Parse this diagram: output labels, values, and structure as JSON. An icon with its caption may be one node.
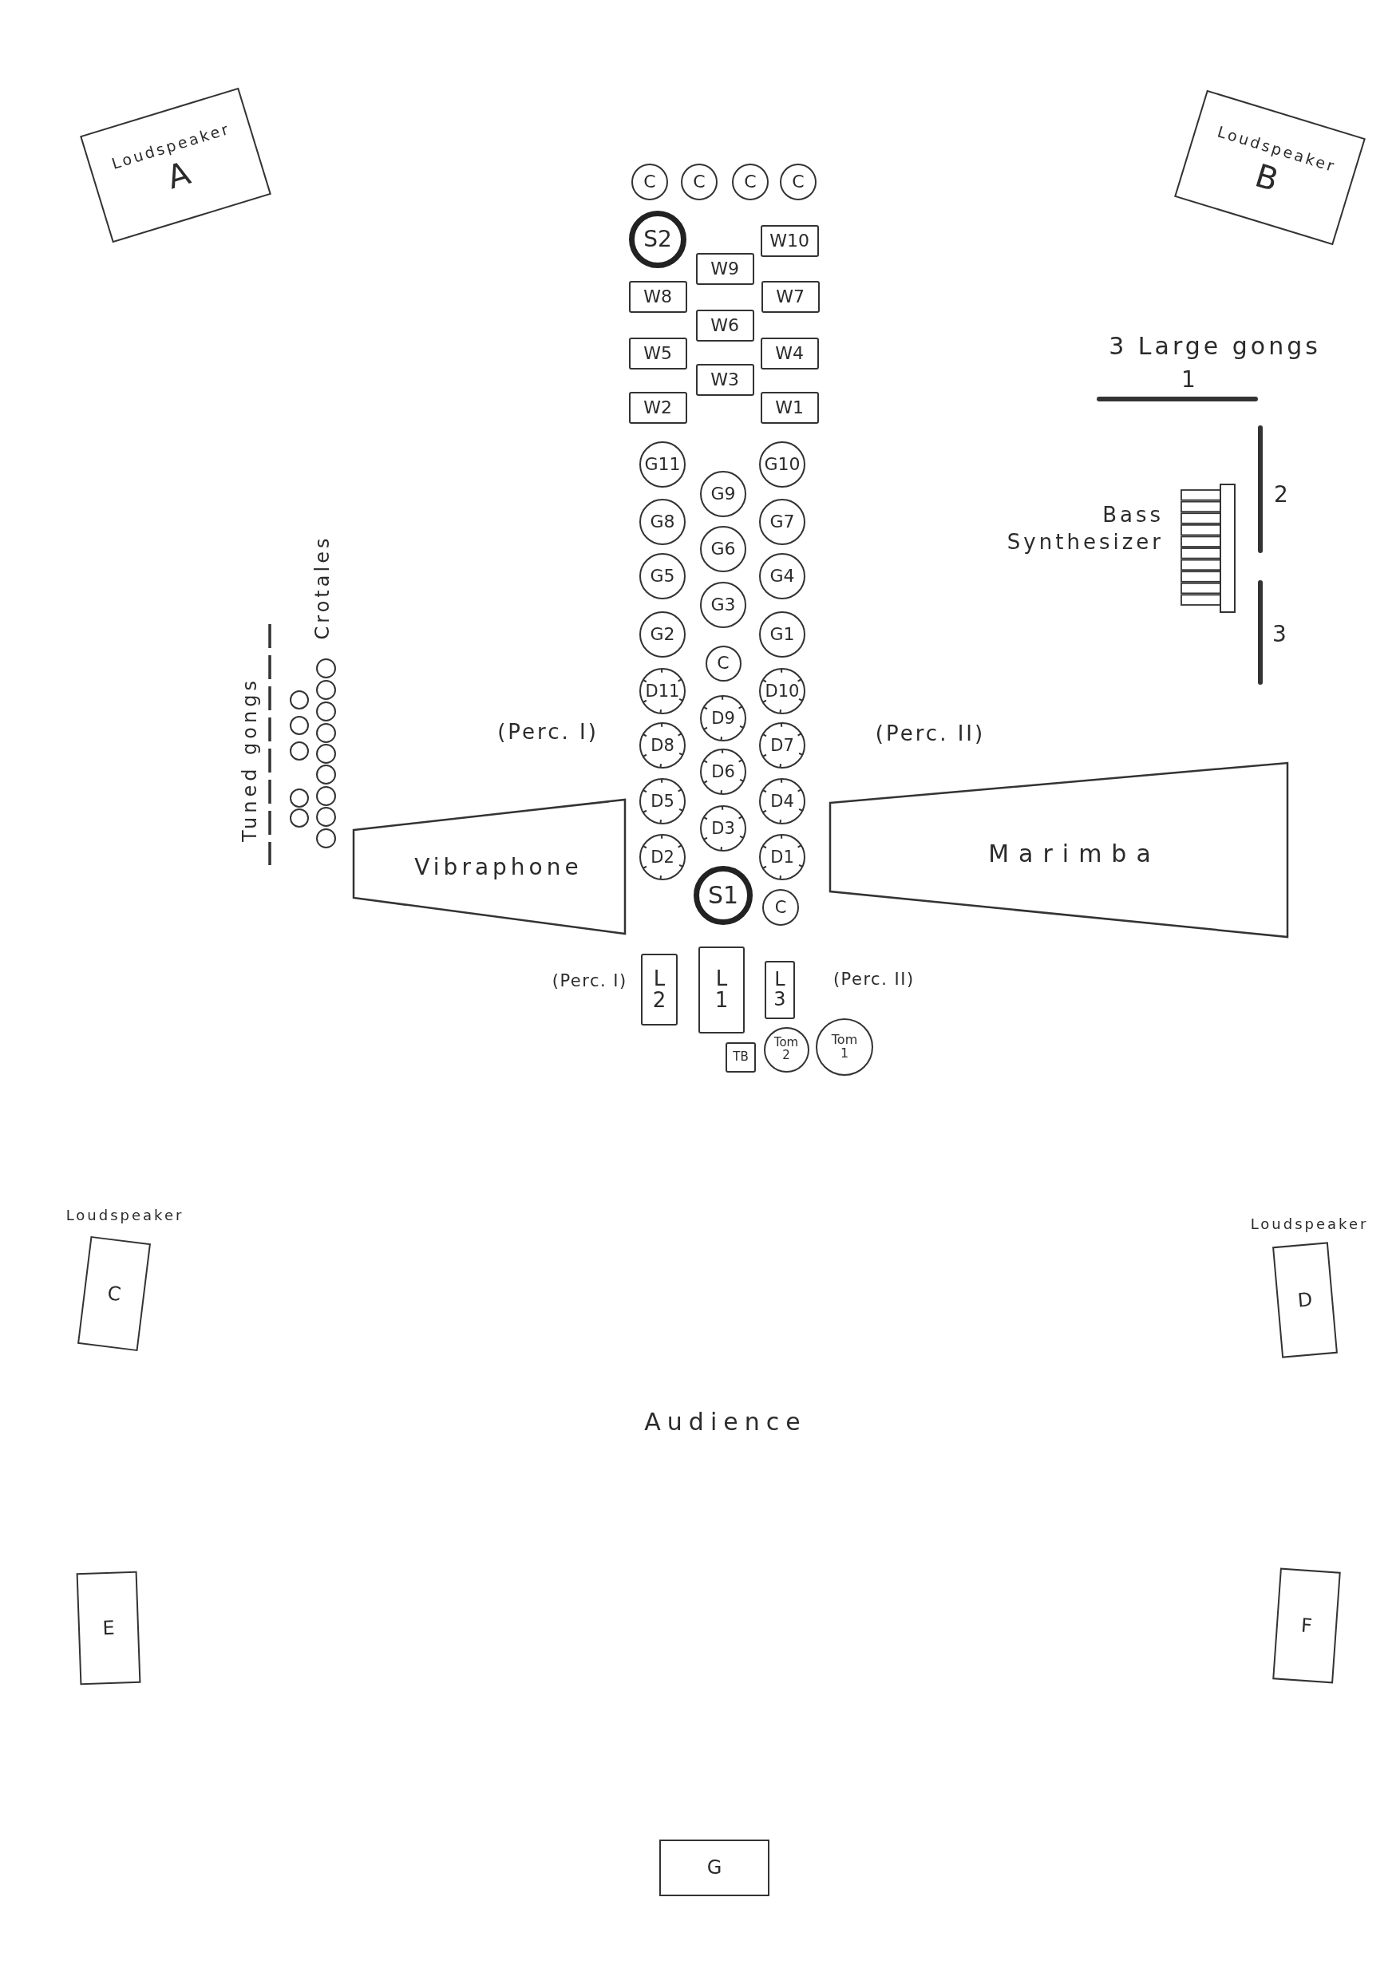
{
  "diagram": {
    "nodes": [
      {
        "text": [
          "Loudspeaker",
          "A"
        ]
      },
      {
        "text": [
          "Loudspeaker",
          "B"
        ]
      },
      {
        "text": [
          "C"
        ]
      },
      {
        "text": [
          "C"
        ]
      },
      {
        "text": [
          "C"
        ]
      },
      {
        "text": [
          "C"
        ]
      },
      {
        "text": [
          "S2"
        ]
      },
      {
        "text": [
          "W10"
        ]
      },
      {
        "text": [
          "W9"
        ]
      },
      {
        "text": [
          "W8"
        ]
      },
      {
        "text": [
          "W7"
        ]
      },
      {
        "text": [
          "W6"
        ]
      },
      {
        "text": [
          "W5"
        ]
      },
      {
        "text": [
          "W4"
        ]
      },
      {
        "text": [
          "W3"
        ]
      },
      {
        "text": [
          "W2"
        ]
      },
      {
        "text": [
          "W1"
        ]
      },
      {
        "text": [
          "G11"
        ]
      },
      {
        "text": [
          "G10"
        ]
      },
      {
        "text": [
          "G9"
        ]
      },
      {
        "text": [
          "G8"
        ]
      },
      {
        "text": [
          "G7"
        ]
      },
      {
        "text": [
          "G6"
        ]
      },
      {
        "text": [
          "G5"
        ]
      },
      {
        "text": [
          "G4"
        ]
      },
      {
        "text": [
          "G3"
        ]
      },
      {
        "text": [
          "G2"
        ]
      },
      {
        "text": [
          "G1"
        ]
      },
      {
        "text": [
          "C"
        ]
      },
      {
        "text": [
          "D11"
        ]
      },
      {
        "text": [
          "D10"
        ]
      },
      {
        "text": [
          "D9"
        ]
      },
      {
        "text": [
          "D8"
        ]
      },
      {
        "text": [
          "D7"
        ]
      },
      {
        "text": [
          "D6"
        ]
      },
      {
        "text": [
          "D5"
        ]
      },
      {
        "text": [
          "D4"
        ]
      },
      {
        "text": [
          "D3"
        ]
      },
      {
        "text": [
          "D2"
        ]
      },
      {
        "text": [
          "D1"
        ]
      },
      {
        "text": [
          "S1"
        ]
      },
      {
        "text": [
          "C"
        ]
      },
      {
        "text": [
          "L 2"
        ]
      },
      {
        "text": [
          "L 1"
        ]
      },
      {
        "text": [
          "L 3"
        ]
      },
      {
        "text": [
          "TB"
        ]
      },
      {
        "text": [
          "Tom 2"
        ]
      },
      {
        "text": [
          "Tom 1"
        ]
      },
      {
        "text": [],
        "shape": "bar",
        "beside": [
          "1"
        ]
      },
      {
        "text": [],
        "shape": "bar",
        "beside": [
          "2"
        ]
      },
      {
        "text": [],
        "shape": "bar",
        "beside": [
          "3"
        ]
      },
      {
        "text": [],
        "shape": "picture",
        "beside": [
          "Bass Synthesizer"
        ]
      },
      {
        "text": [],
        "shape": "circle"
      },
      {
        "text": [],
        "shape": "circle"
      },
      {
        "text": [],
        "shape": "circle"
      },
      {
        "text": [],
        "shape": "circle"
      },
      {
        "text": [],
        "shape": "circle"
      },
      {
        "text": [],
        "shape": "circle"
      },
      {
        "text": [],
        "shape": "circle"
      },
      {
        "text": [],
        "shape": "circle"
      },
      {
        "text": [],
        "shape": "circle"
      },
      {
        "text": [],
        "shape": "circle"
      },
      {
        "text": [],
        "shape": "circle"
      },
      {
        "text": [],
        "shape": "circle"
      },
      {
        "text": [],
        "shape": "circle"
      },
      {
        "text": [],
        "shape": "circle"
      },
      {
        "text": [
          "Vibraphone"
        ]
      },
      {
        "text": [
          "Marimba"
        ]
      },
      {
        "text": [
          "Loudspeaker",
          "C"
        ]
      },
      {
        "text": [
          "Loudspeaker",
          "D"
        ]
      },
      {
        "text": [
          "E"
        ]
      },
      {
        "text": [
          "F"
        ]
      },
      {
        "text": [
          "G"
        ]
      }
    ],
    "labels": [
      "3 Large gongs",
      "Crotales",
      "Tuned gongs",
      "(Perc. I)",
      "(Perc. II)",
      "(Perc. I)",
      "(Perc. II)",
      "Audience"
    ]
  }
}
